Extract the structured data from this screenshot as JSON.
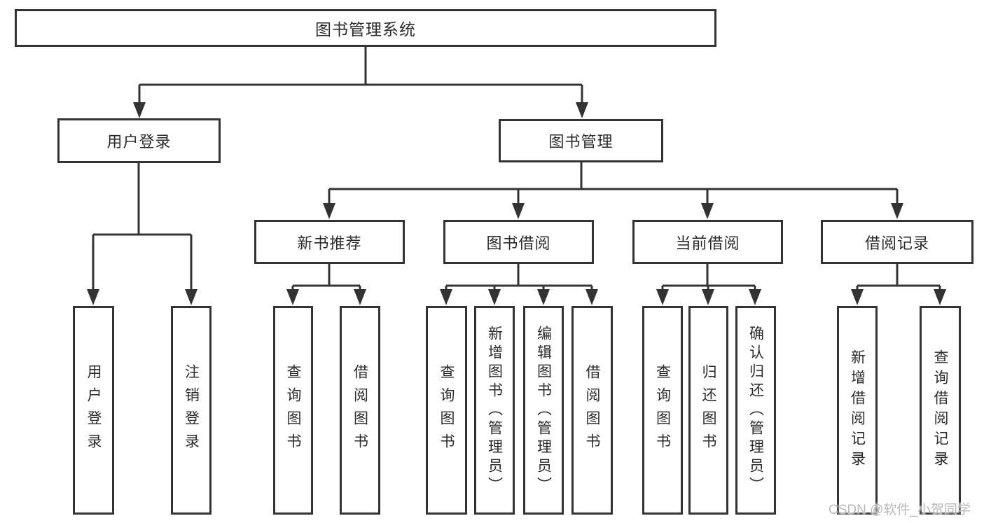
{
  "watermark": "CSDN @软件_小贺同学",
  "tree": {
    "root": {
      "label": "图书管理系统"
    },
    "user_login": {
      "label": "用户登录",
      "children": [
        {
          "label": "用户登录"
        },
        {
          "label": "注销登录"
        }
      ]
    },
    "book_mgmt": {
      "label": "图书管理",
      "groups": [
        {
          "label": "新书推荐",
          "children": [
            {
              "label": "查询图书"
            },
            {
              "label": "借阅图书"
            }
          ]
        },
        {
          "label": "图书借阅",
          "children": [
            {
              "label": "查询图书"
            },
            {
              "label": "新增图书（管理员）"
            },
            {
              "label": "编辑图书（管理员）"
            },
            {
              "label": "借阅图书"
            }
          ]
        },
        {
          "label": "当前借阅",
          "children": [
            {
              "label": "查询图书"
            },
            {
              "label": "归还图书"
            },
            {
              "label": "确认归还（管理员）"
            }
          ]
        },
        {
          "label": "借阅记录",
          "children": [
            {
              "label": "新增借阅记录"
            },
            {
              "label": "查询借阅记录"
            }
          ]
        }
      ]
    }
  }
}
